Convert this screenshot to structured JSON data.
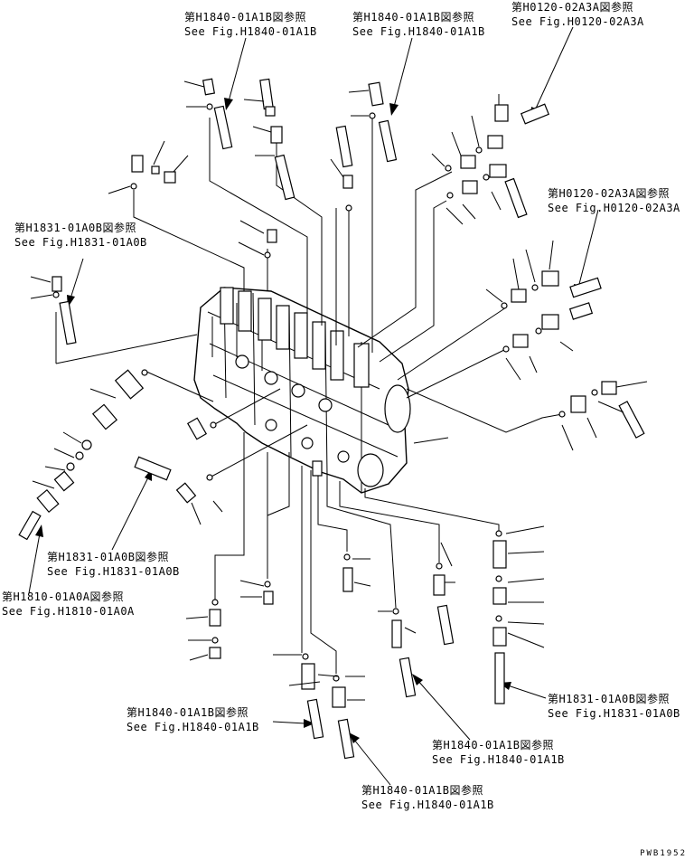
{
  "callouts": [
    {
      "ja": "第H1840-01A1B図参照",
      "en": "See Fig.H1840-01A1B"
    },
    {
      "ja": "第H1840-01A1B図参照",
      "en": "See Fig.H1840-01A1B"
    },
    {
      "ja": "第H0120-02A3A図参照",
      "en": "See Fig.H0120-02A3A"
    },
    {
      "ja": "第H0120-02A3A図参照",
      "en": "See Fig.H0120-02A3A"
    },
    {
      "ja": "第H1831-01A0B図参照",
      "en": "See Fig.H1831-01A0B"
    },
    {
      "ja": "第H1831-01A0B図参照",
      "en": "See Fig.H1831-01A0B"
    },
    {
      "ja": "第H1810-01A0A図参照",
      "en": "See Fig.H1810-01A0A"
    },
    {
      "ja": "第H1840-01A1B図参照",
      "en": "See Fig.H1840-01A1B"
    },
    {
      "ja": "第H1840-01A1B図参照",
      "en": "See Fig.H1840-01A1B"
    },
    {
      "ja": "第H1840-01A1B図参照",
      "en": "See Fig.H1840-01A1B"
    },
    {
      "ja": "第H1831-01A0B図参照",
      "en": "See Fig.H1831-01A0B"
    }
  ],
  "drawing_code": "PWB1952"
}
